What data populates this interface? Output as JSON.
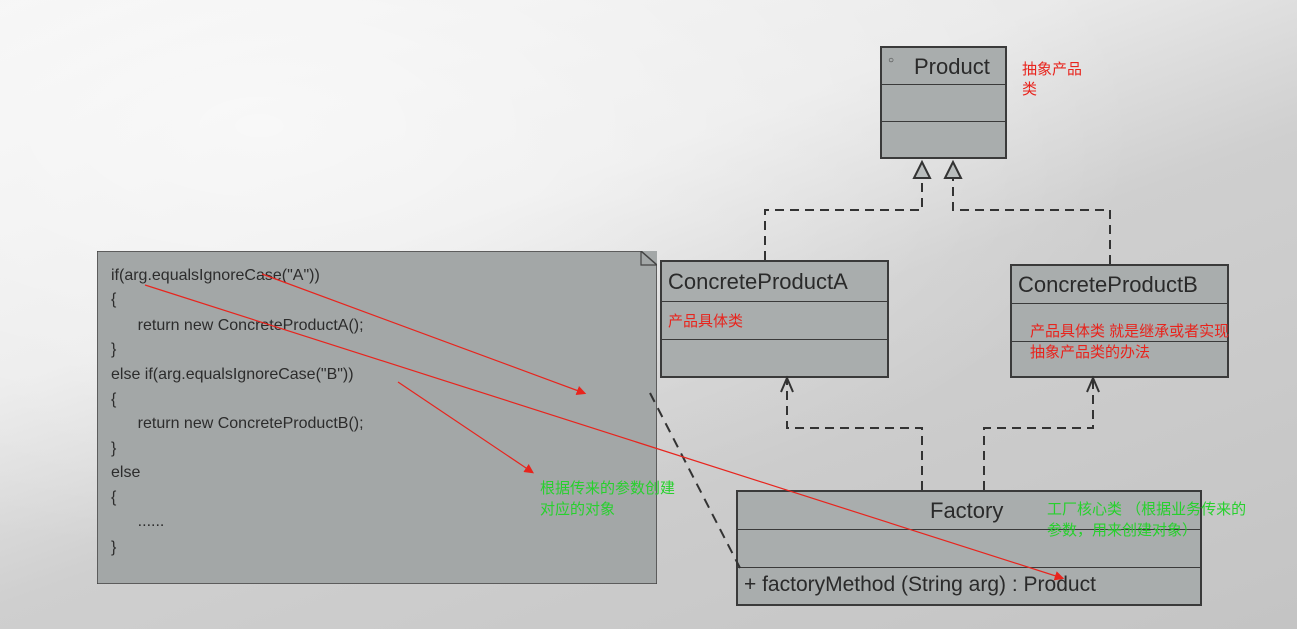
{
  "product": {
    "title": "Product",
    "annotation_line1": "抽象产品",
    "annotation_line2": "类"
  },
  "product_a": {
    "title": "ConcreteProductA",
    "annotation": "产品具体类"
  },
  "product_b": {
    "title": "ConcreteProductB",
    "annotation_line1": "产品具体类 就是继承或者实现",
    "annotation_line2": "抽象产品类的办法"
  },
  "factory": {
    "title": "Factory",
    "method": "+ factoryMethod (String arg) : Product",
    "annotation_line1": "工厂核心类 （根据业务传来的",
    "annotation_line2": "参数，用来创建对象）"
  },
  "code_note": {
    "lines": [
      "if(arg.equalsIgnoreCase(\"A\"))",
      "{",
      "      return new ConcreteProductA();",
      "}",
      "else if(arg.equalsIgnoreCase(\"B\"))",
      "{",
      "      return new ConcreteProductB();",
      "}",
      "else",
      "{",
      "      ......",
      "}"
    ],
    "annotation_line1": "根据传来的参数创建",
    "annotation_line2": "对应的对象"
  },
  "colors": {
    "annotation_red": "#e8241d",
    "annotation_green": "#27d12d",
    "box_fill": "#a9adad",
    "line": "#3a3a3a"
  }
}
